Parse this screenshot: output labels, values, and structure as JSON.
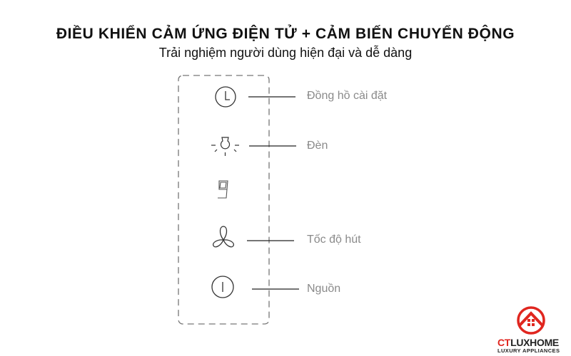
{
  "header": {
    "title": "ĐIỀU KHIỂN CẢM ỨNG ĐIỆN TỬ + CẢM BIẾN CHUYỂN ĐỘNG",
    "subtitle": "Trải nghiệm người dùng hiện đại và dễ dàng"
  },
  "panel": {
    "controls": [
      {
        "icon": "clock-icon",
        "label": "Đồng hồ cài đặt"
      },
      {
        "icon": "light-bulb-icon",
        "label": "Đèn"
      },
      {
        "icon": "digit-display-icon",
        "label": ""
      },
      {
        "icon": "fan-icon",
        "label": "Tốc độ hút"
      },
      {
        "icon": "power-icon",
        "label": "Nguồn"
      }
    ]
  },
  "logo": {
    "brand_a": "CT",
    "brand_b": "LUXHOME",
    "tagline": "LUXURY APPLIANCES",
    "color": "#e0261f"
  }
}
